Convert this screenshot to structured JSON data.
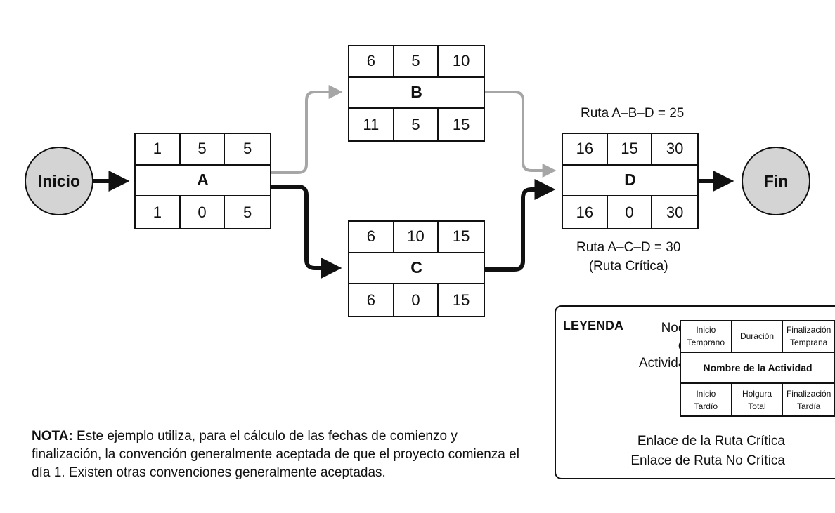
{
  "circles": {
    "start": "Inicio",
    "end": "Fin"
  },
  "nodes": {
    "A": {
      "name": "A",
      "es": "1",
      "dur": "5",
      "ef": "5",
      "ls": "1",
      "slack": "0",
      "lf": "5"
    },
    "B": {
      "name": "B",
      "es": "6",
      "dur": "5",
      "ef": "10",
      "ls": "11",
      "slack": "5",
      "lf": "15"
    },
    "C": {
      "name": "C",
      "es": "6",
      "dur": "10",
      "ef": "15",
      "ls": "6",
      "slack": "0",
      "lf": "15"
    },
    "D": {
      "name": "D",
      "es": "16",
      "dur": "15",
      "ef": "30",
      "ls": "16",
      "slack": "0",
      "lf": "30"
    }
  },
  "paths": {
    "abd": "Ruta A–B–D = 25",
    "acd": "Ruta A–C–D = 30",
    "acd_note": "(Ruta Crítica)"
  },
  "legend": {
    "title": "LEYENDA",
    "node_label": [
      "Nodo",
      "de",
      "Actividad"
    ],
    "cells": {
      "es": [
        "Inicio",
        "Temprano"
      ],
      "dur": [
        "Duración"
      ],
      "ef": [
        "Finalización",
        "Temprana"
      ],
      "name": "Nombre de la Actividad",
      "ls": [
        "Inicio",
        "Tardío"
      ],
      "slack": [
        "Holgura",
        "Total"
      ],
      "lf": [
        "Finalización",
        "Tardía"
      ]
    },
    "critical_link": "Enlace de la Ruta Crítica",
    "noncritical_link": "Enlace de Ruta No Crítica"
  },
  "note": {
    "label": "NOTA:",
    "text": " Este ejemplo utiliza, para el cálculo de las fechas de comienzo y finalización, la convención generalmente aceptada de que el proyecto comienza el día 1. Existen otras convenciones generalmente aceptadas."
  },
  "colors": {
    "critical": "#111111",
    "noncritical": "#a6a6a6",
    "circle_fill": "#d4d4d4"
  }
}
